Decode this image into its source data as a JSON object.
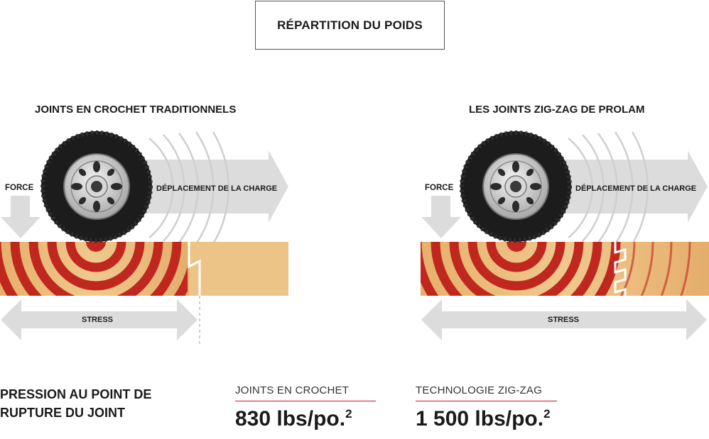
{
  "header": {
    "title": "RÉPARTITION DU POIDS"
  },
  "left": {
    "title": "JOINTS EN CROCHET TRADITIONNELS",
    "force": "FORCE",
    "load": "DÉPLACEMENT DE LA CHARGE",
    "stress": "STRESS"
  },
  "right": {
    "title": "LES JOINTS ZIG-ZAG DE PROLAM",
    "force": "FORCE",
    "load": "DÉPLACEMENT DE LA CHARGE",
    "stress": "STRESS"
  },
  "footer": {
    "heading_line1": "PRESSION AU POINT DE",
    "heading_line2": "RUPTURE DU JOINT",
    "stat1": {
      "label": "JOINTS EN CROCHET",
      "value": "830 lbs/po.",
      "exp": "2"
    },
    "stat2": {
      "label": "TECHNOLOGIE ZIG-ZAG",
      "value": "1 500 lbs/po.",
      "exp": "2"
    }
  },
  "colors": {
    "ring_red": "#c0281f",
    "wood": "#e8b878",
    "arrow_grey": "#dcdcdc",
    "accent": "#c8102e"
  }
}
